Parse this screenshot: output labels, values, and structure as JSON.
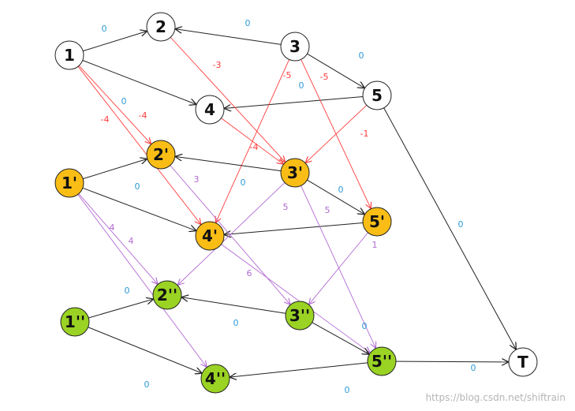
{
  "colors": {
    "white_node": "#ffffff",
    "yellow_node": "#f9bd16",
    "green_node": "#9ad323",
    "black_edge": "#222222",
    "red_edge": "#ff3c3c",
    "purple_edge": "#b36ad3",
    "blue_label": "#2e9bd6"
  },
  "nodes": [
    {
      "id": "w1",
      "label": "1",
      "fill": "white_node"
    },
    {
      "id": "w2",
      "label": "2",
      "fill": "white_node"
    },
    {
      "id": "w3",
      "label": "3",
      "fill": "white_node"
    },
    {
      "id": "w4",
      "label": "4",
      "fill": "white_node"
    },
    {
      "id": "w5",
      "label": "5",
      "fill": "white_node"
    },
    {
      "id": "y1",
      "label": "1'",
      "fill": "yellow_node"
    },
    {
      "id": "y2",
      "label": "2'",
      "fill": "yellow_node"
    },
    {
      "id": "y3",
      "label": "3'",
      "fill": "yellow_node"
    },
    {
      "id": "y4",
      "label": "4'",
      "fill": "yellow_node"
    },
    {
      "id": "y5",
      "label": "5'",
      "fill": "yellow_node"
    },
    {
      "id": "g1",
      "label": "1''",
      "fill": "green_node"
    },
    {
      "id": "g2",
      "label": "2''",
      "fill": "green_node"
    },
    {
      "id": "g3",
      "label": "3''",
      "fill": "green_node"
    },
    {
      "id": "g4",
      "label": "4''",
      "fill": "green_node"
    },
    {
      "id": "g5",
      "label": "5''",
      "fill": "green_node"
    },
    {
      "id": "t",
      "label": "T",
      "fill": "white_node"
    }
  ],
  "edges": [
    {
      "from": "w1",
      "to": "w2",
      "color": "black_edge",
      "label": "0",
      "label_color": "blue_label"
    },
    {
      "from": "w1",
      "to": "w4",
      "color": "black_edge",
      "label": "0",
      "label_color": "blue_label"
    },
    {
      "from": "w3",
      "to": "w2",
      "color": "black_edge",
      "label": "0",
      "label_color": "blue_label"
    },
    {
      "from": "w3",
      "to": "w5",
      "color": "black_edge",
      "label": "0",
      "label_color": "blue_label"
    },
    {
      "from": "w5",
      "to": "w4",
      "color": "black_edge",
      "label": "0",
      "label_color": "blue_label"
    },
    {
      "from": "w5",
      "to": "t",
      "color": "black_edge",
      "label": "0",
      "label_color": "blue_label"
    },
    {
      "from": "w1",
      "to": "y2",
      "color": "red_edge",
      "label": "-4",
      "label_color": "red_edge"
    },
    {
      "from": "w1",
      "to": "y4",
      "color": "red_edge",
      "label": "-4",
      "label_color": "red_edge"
    },
    {
      "from": "w2",
      "to": "y3",
      "color": "red_edge",
      "label": "-3",
      "label_color": "red_edge"
    },
    {
      "from": "w3",
      "to": "y4",
      "color": "red_edge",
      "label": "-5",
      "label_color": "red_edge"
    },
    {
      "from": "w3",
      "to": "y5",
      "color": "red_edge",
      "label": "-5",
      "label_color": "red_edge"
    },
    {
      "from": "w4",
      "to": "y3",
      "color": "red_edge",
      "label": "-4",
      "label_color": "red_edge"
    },
    {
      "from": "w5",
      "to": "y3",
      "color": "red_edge",
      "label": "-1",
      "label_color": "red_edge"
    },
    {
      "from": "y1",
      "to": "y2",
      "color": "black_edge",
      "label": "",
      "label_color": "blue_label"
    },
    {
      "from": "y1",
      "to": "y4",
      "color": "black_edge",
      "label": "0",
      "label_color": "blue_label"
    },
    {
      "from": "y3",
      "to": "y2",
      "color": "black_edge",
      "label": "0",
      "label_color": "blue_label"
    },
    {
      "from": "y3",
      "to": "y5",
      "color": "black_edge",
      "label": "0",
      "label_color": "blue_label"
    },
    {
      "from": "y5",
      "to": "y4",
      "color": "black_edge",
      "label": "",
      "label_color": "blue_label"
    },
    {
      "from": "y1",
      "to": "g2",
      "color": "purple_edge",
      "label": "4",
      "label_color": "purple_edge"
    },
    {
      "from": "y1",
      "to": "g4",
      "color": "purple_edge",
      "label": "4",
      "label_color": "purple_edge"
    },
    {
      "from": "y2",
      "to": "g3",
      "color": "purple_edge",
      "label": "3",
      "label_color": "purple_edge"
    },
    {
      "from": "y3",
      "to": "g2",
      "color": "purple_edge",
      "label": "5",
      "label_color": "purple_edge"
    },
    {
      "from": "y3",
      "to": "g5",
      "color": "purple_edge",
      "label": "5",
      "label_color": "purple_edge"
    },
    {
      "from": "y4",
      "to": "g5",
      "color": "purple_edge",
      "label": "6",
      "label_color": "purple_edge"
    },
    {
      "from": "y5",
      "to": "g3",
      "color": "purple_edge",
      "label": "1",
      "label_color": "purple_edge"
    },
    {
      "from": "g1",
      "to": "g2",
      "color": "black_edge",
      "label": "0",
      "label_color": "blue_label"
    },
    {
      "from": "g1",
      "to": "g4",
      "color": "black_edge",
      "label": "0",
      "label_color": "blue_label"
    },
    {
      "from": "g3",
      "to": "g2",
      "color": "black_edge",
      "label": "0",
      "label_color": "blue_label"
    },
    {
      "from": "g3",
      "to": "g5",
      "color": "black_edge",
      "label": "0",
      "label_color": "blue_label"
    },
    {
      "from": "g5",
      "to": "g4",
      "color": "black_edge",
      "label": "0",
      "label_color": "blue_label"
    },
    {
      "from": "g5",
      "to": "t",
      "color": "black_edge",
      "label": "0",
      "label_color": "blue_label"
    }
  ],
  "watermark": "https://blog.csdn.net/shiftrain"
}
